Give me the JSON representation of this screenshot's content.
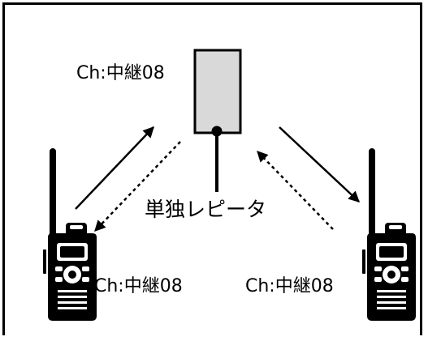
{
  "diagram": {
    "repeater": {
      "channel_label": "Ch:中継08",
      "name": "単独レピータ",
      "fill_color": "#d9d9d9"
    },
    "radios": [
      {
        "id": "left",
        "channel_label": "Ch:中継08"
      },
      {
        "id": "right",
        "channel_label": "Ch:中継08"
      }
    ]
  }
}
